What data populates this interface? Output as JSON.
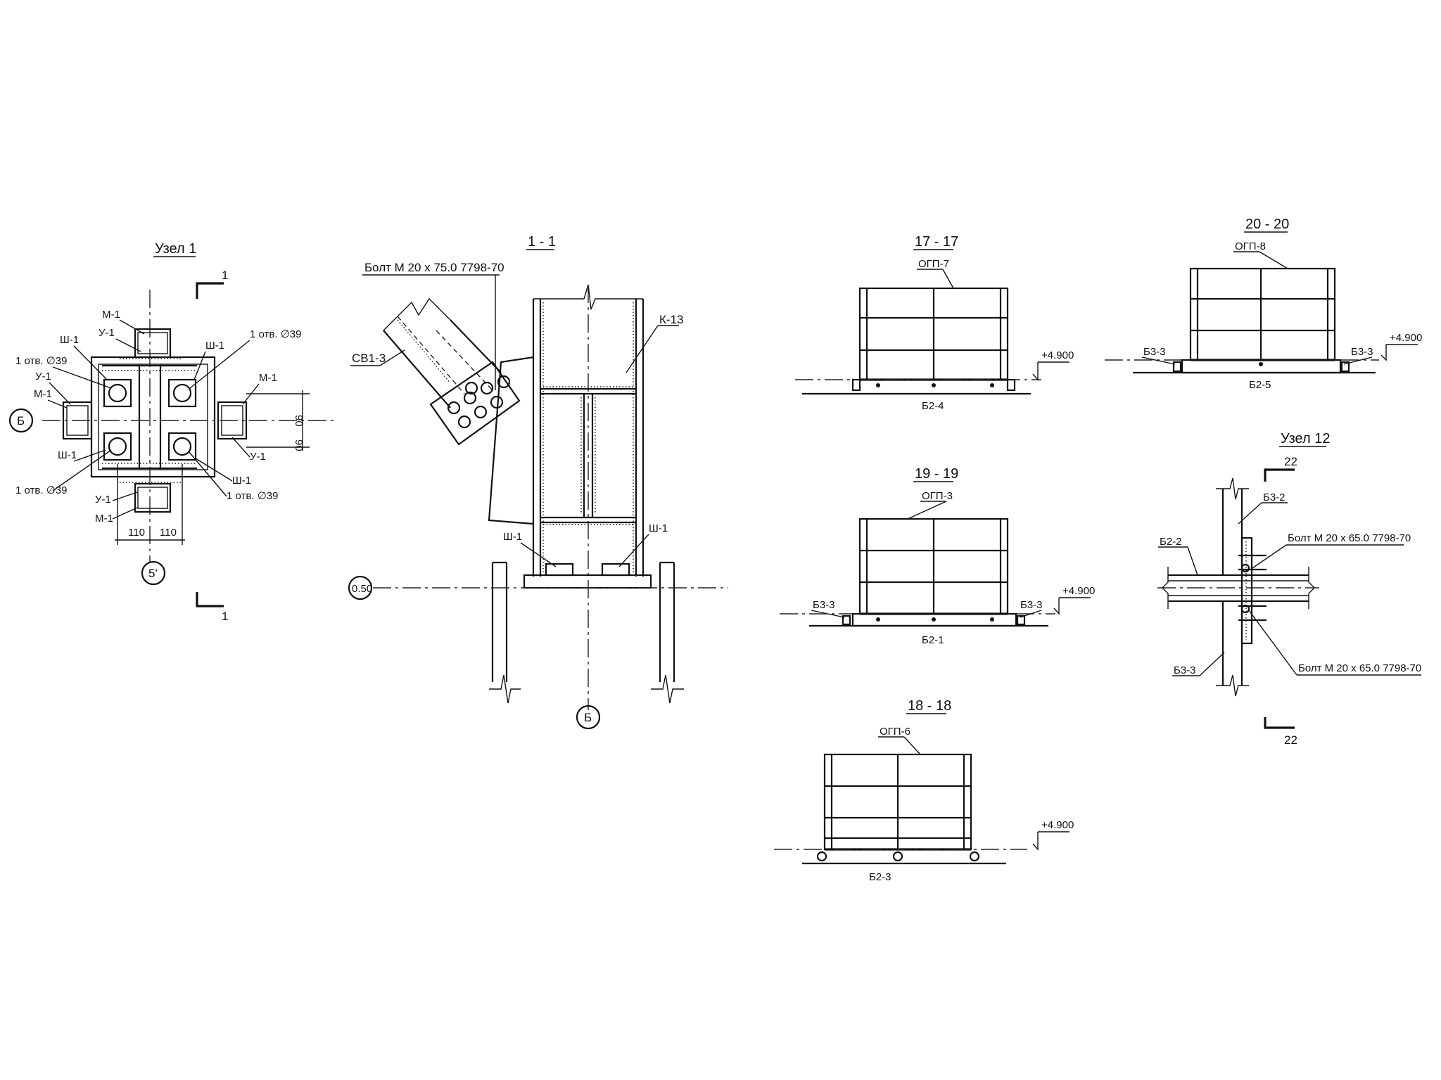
{
  "views": {
    "uzel1": {
      "title": "Узел 1",
      "section_mark": "1",
      "axis_b": "Б",
      "axis_5": "5'",
      "labels": {
        "m1_top": "М-1",
        "u1_top": "У-1",
        "sh1_tl": "Ш-1",
        "sh1_tr": "Ш-1",
        "hole_tl": "1 отв. ∅39",
        "hole_tr": "1 отв. ∅39",
        "u1_left": "У-1",
        "m1_left": "М-1",
        "m1_right": "М-1",
        "sh1_bl": "Ш-1",
        "u1_right": "У-1",
        "hole_bl": "1 отв. ∅39",
        "sh1_br": "Ш-1",
        "hole_br": "1 отв. ∅39",
        "u1_bottom": "У-1",
        "m1_bottom": "М-1"
      },
      "dims": {
        "d1": "110",
        "d2": "110",
        "v1": "90",
        "v2": "90"
      }
    },
    "section1": {
      "title": "1 - 1",
      "bolt_note": "Болт М 20 х 75.0 7798-70",
      "brace": "СВ1-3",
      "column": "К-13",
      "plate_left": "Ш-1",
      "plate_right": "Ш-1",
      "level_mark": "0.50",
      "axis_b": "Б"
    },
    "s17": {
      "title": "17 - 17",
      "railing": "ОГП-7",
      "beam": "Б2-4",
      "level": "+4.900"
    },
    "s20": {
      "title": "20 - 20",
      "railing": "ОГП-8",
      "beam": "Б2-5",
      "beam_left": "Б3-3",
      "beam_right": "Б3-3",
      "level": "+4.900"
    },
    "s19": {
      "title": "19 - 19",
      "railing": "ОГП-3",
      "beam": "Б2-1",
      "beam_left": "Б3-3",
      "beam_right": "Б3-3",
      "level": "+4.900"
    },
    "s18": {
      "title": "18 - 18",
      "railing": "ОГП-6",
      "beam": "Б2-3",
      "level": "+4.900"
    },
    "uzel12": {
      "title": "Узел 12",
      "section_mark": "22",
      "b32": "Б3-2",
      "b22": "Б2-2",
      "b33": "Б3-3",
      "bolt_top": "Болт М 20 х 65.0 7798-70",
      "bolt_bottom": "Болт М 20 х 65.0 7798-70"
    }
  }
}
